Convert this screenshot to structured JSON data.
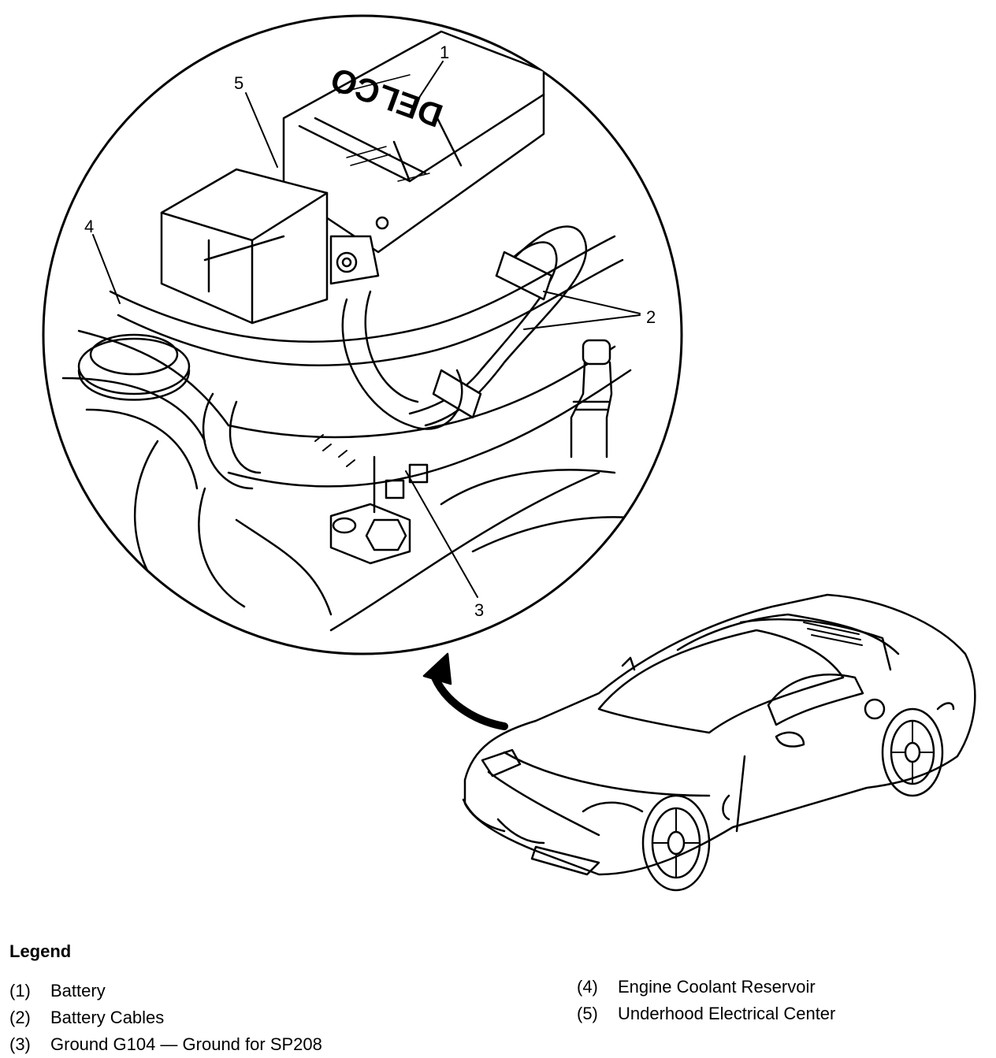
{
  "callouts": {
    "c1": "1",
    "c2": "2",
    "c3": "3",
    "c4": "4",
    "c5": "5"
  },
  "battery_label": "DELCO",
  "legend": {
    "title": "Legend",
    "left_items": [
      {
        "num": "(1)",
        "label": "Battery"
      },
      {
        "num": "(2)",
        "label": "Battery Cables"
      },
      {
        "num": "(3)",
        "label": "Ground G104 — Ground for SP208"
      }
    ],
    "right_items": [
      {
        "num": "(4)",
        "label": "Engine Coolant Reservoir"
      },
      {
        "num": "(5)",
        "label": "Underhood Electrical Center"
      }
    ]
  }
}
